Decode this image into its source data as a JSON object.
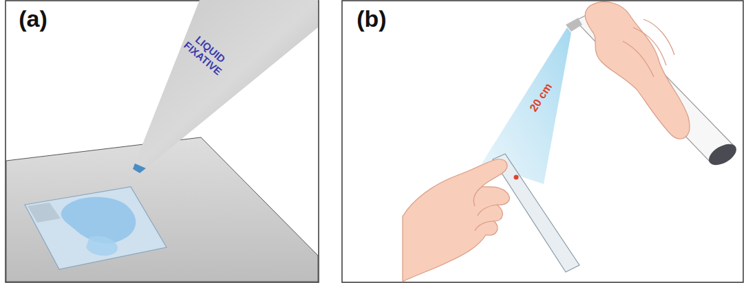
{
  "diagram": {
    "labels": [
      "(a)",
      "LIQUID FIXATIVE",
      "(b)",
      "20 cm"
    ]
  }
}
